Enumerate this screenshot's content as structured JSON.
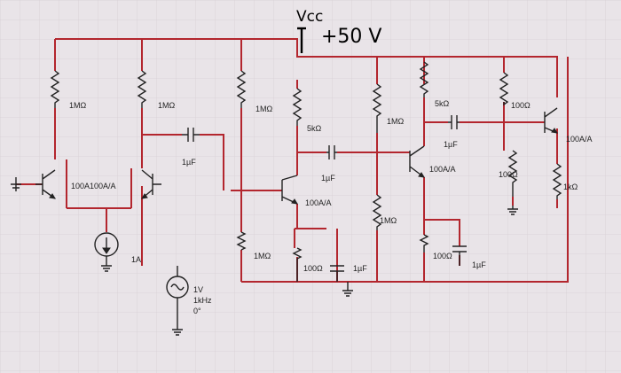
{
  "supply": {
    "name_handwritten": "Vcc",
    "voltage_handwritten": "+50 V"
  },
  "labels": {
    "r_1M_left": "1MΩ",
    "r_1M_second": "1MΩ",
    "r_1M_third": "1MΩ",
    "r_1M_stage3": "1MΩ",
    "r_5k_emitter_tr2": "5kΩ",
    "r_5k_top": "5kΩ",
    "r_100_top": "100Ω",
    "cap_1u_left": "1µF",
    "cap_1u_mid": "1µF",
    "cap_1u_right": "1µF",
    "cap_1u_bottom_mid": "1µF",
    "cap_1u_bottom_right": "1µF",
    "diff_pair_beta": "100A100A/A",
    "tr2_beta": "100A/A",
    "tr3_beta": "100A/A",
    "out_beta": "100A/A",
    "r_100_right": "100Ω",
    "r_1k_load": "1kΩ",
    "r_1M_lower_mid": "1MΩ",
    "r_1M_bottom": "1MΩ",
    "r_100_bottom_mid": "100Ω",
    "r_100_bottom_right": "100Ω",
    "current_source": "1A",
    "src_amplitude": "1V",
    "src_frequency": "1kHz",
    "src_phase": "0°"
  },
  "colors": {
    "background": "#e9e4e8",
    "wire": "#b3262e",
    "component": "#222222"
  }
}
